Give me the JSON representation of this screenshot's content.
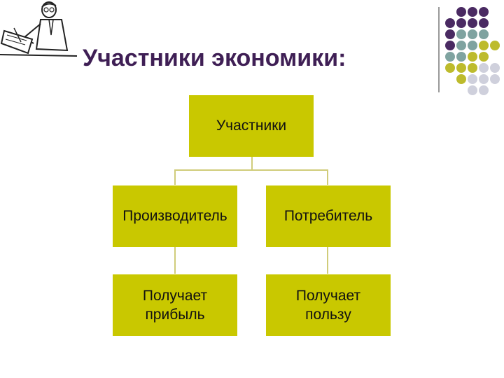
{
  "slide": {
    "title": "Участники экономики:"
  },
  "diagram": {
    "root": "Участники",
    "producer": "Производитель",
    "consumer": "Потребитель",
    "producer_result_line1": "Получает",
    "producer_result_line2": "прибыль",
    "consumer_result_line1": "Получает",
    "consumer_result_line2": "пользу"
  },
  "colors": {
    "box": "#c9c800",
    "title": "#3f1f55",
    "connector": "#d0cc7a",
    "dot_purple": "#4a2a62",
    "dot_teal": "#7fa3a0",
    "dot_olive": "#bdbb2c",
    "dot_gray": "#cfd0dc"
  },
  "decor": {
    "illustration_icon": "writing-scholar-icon"
  }
}
